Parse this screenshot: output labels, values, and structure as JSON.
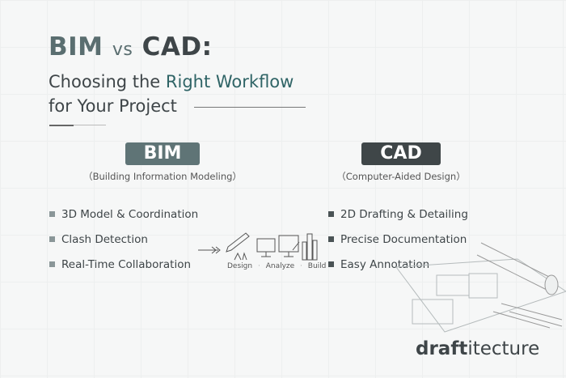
{
  "title": {
    "bim": "BIM",
    "vs": "vs",
    "cad": "CAD:",
    "line2_prefix": "Choosing the",
    "line2_highlight": "Right Workflow",
    "line3": "for Your Project"
  },
  "bim": {
    "badge": "BIM",
    "subtitle": "（Building Information Modeling）",
    "items": [
      "3D Model & Coordination",
      "Clash Detection",
      "Real-Time Collaboration"
    ]
  },
  "cad": {
    "badge": "CAD",
    "subtitle": "（Computer-Aided Design）",
    "items": [
      "2D Drafting & Detailing",
      "Precise Documentation",
      "Easy Annotation"
    ]
  },
  "workflow": {
    "steps": [
      "Design",
      "Analyze",
      "Build"
    ],
    "separator": "·"
  },
  "logo": {
    "bold": "draft",
    "light": "itecture"
  },
  "colors": {
    "bim": "#5f7476",
    "cad": "#3f4648",
    "accent": "#2f6466"
  }
}
